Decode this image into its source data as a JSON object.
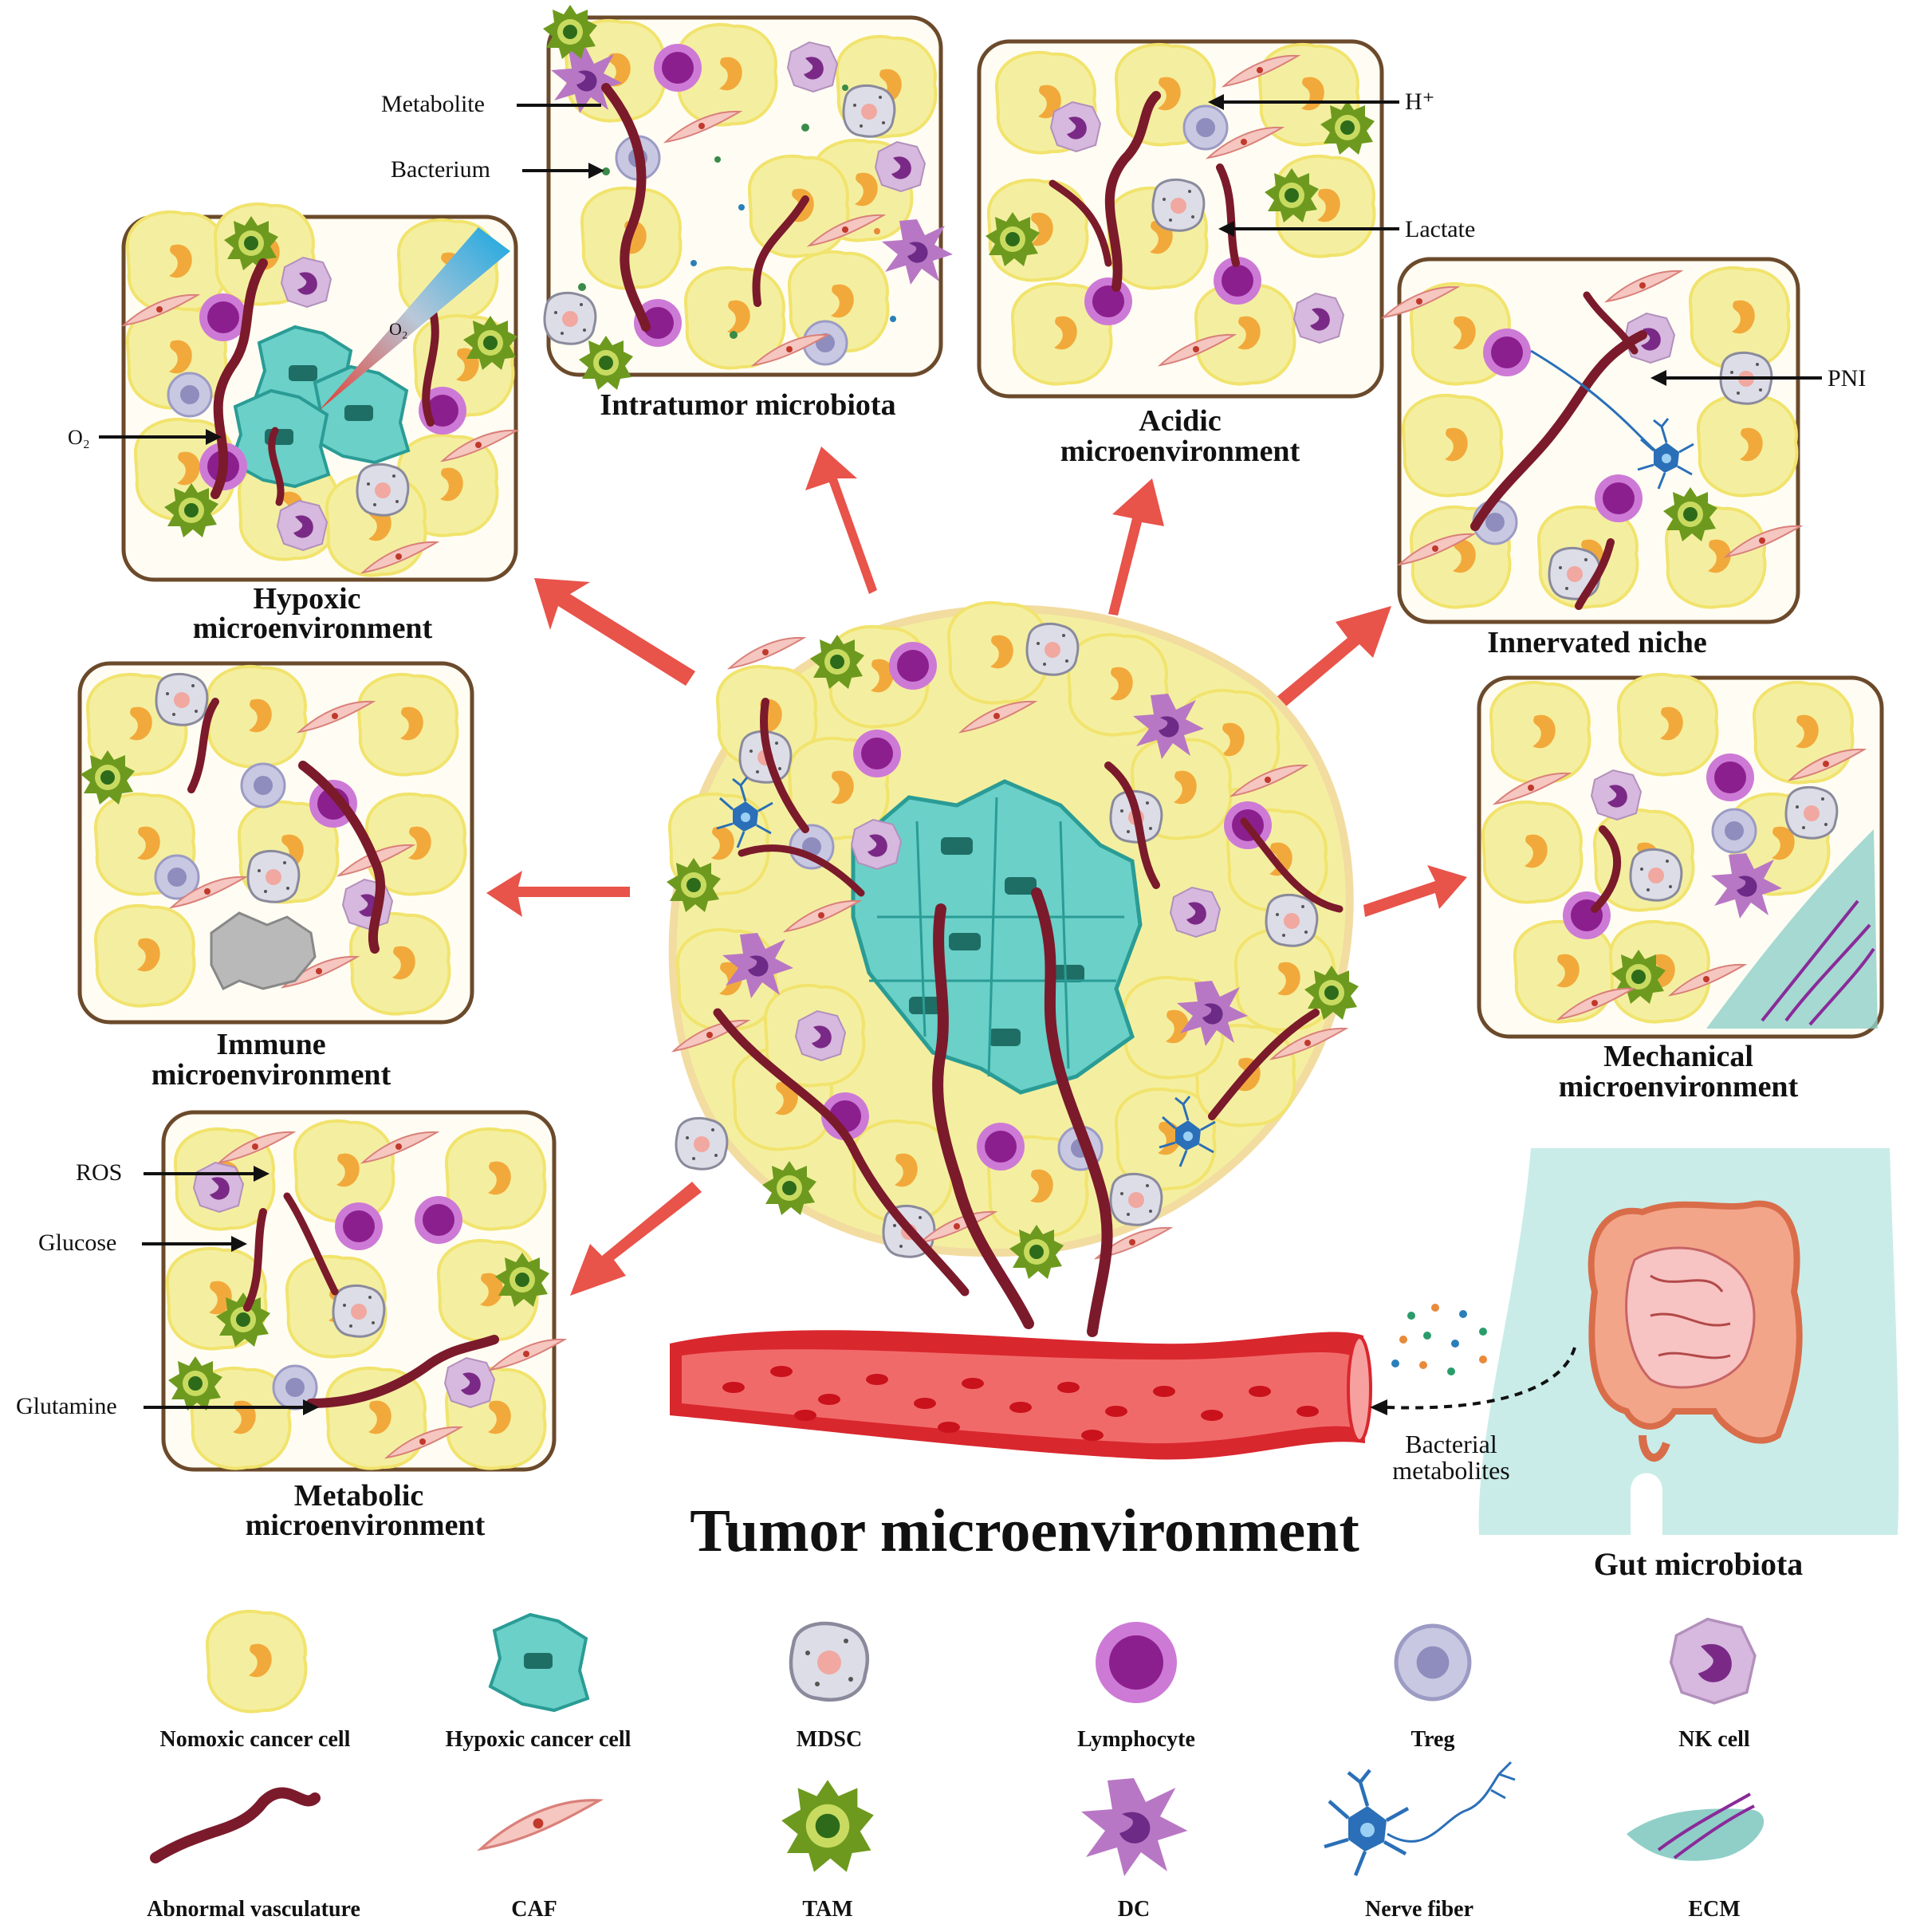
{
  "title": "Tumor microenvironment",
  "panels": {
    "hypoxic": {
      "title_line1": "Hypoxic",
      "title_line2": "microenvironment",
      "label_o2": "O₂",
      "beam_label": "O₂"
    },
    "intratumor": {
      "title": "Intratumor microbiota",
      "label_metabolite": "Metabolite",
      "label_bacterium": "Bacterium"
    },
    "acidic": {
      "title_line1": "Acidic",
      "title_line2": "microenvironment",
      "label_h": "H⁺",
      "label_lactate": "Lactate"
    },
    "innervated": {
      "title": "Innervated niche",
      "label_pni": "PNI"
    },
    "immune": {
      "title_line1": "Immune",
      "title_line2": "microenvironment"
    },
    "mechanical": {
      "title_line1": "Mechanical",
      "title_line2": "microenvironment"
    },
    "metabolic": {
      "title_line1": "Metabolic",
      "title_line2": "microenvironment",
      "label_ros": "ROS",
      "label_glucose": "Glucose",
      "label_glutamine": "Glutamine"
    }
  },
  "gut": {
    "title": "Gut microbiota",
    "metabolites_line1": "Bacterial",
    "metabolites_line2": "metabolites"
  },
  "legend": {
    "normoxic": "Nomoxic  cancer cell",
    "hypoxic": "Hypoxic cancer cell",
    "mdsc": "MDSC",
    "lymphocyte": "Lymphocyte",
    "treg": "Treg",
    "nk": "NK cell",
    "vasculature": "Abnormal  vasculature",
    "caf": "CAF",
    "tam": "TAM",
    "dc": "DC",
    "nerve": "Nerve fiber",
    "ecm": "ECM"
  },
  "colors": {
    "normoxic_cell": "#f4efa0",
    "hypoxic_cell": "#6ad0c8",
    "vessel": "#7b1a2b",
    "arrow": "#e8534a",
    "panel_border": "#6b4a2b",
    "gut_background": "#c9ece8"
  }
}
